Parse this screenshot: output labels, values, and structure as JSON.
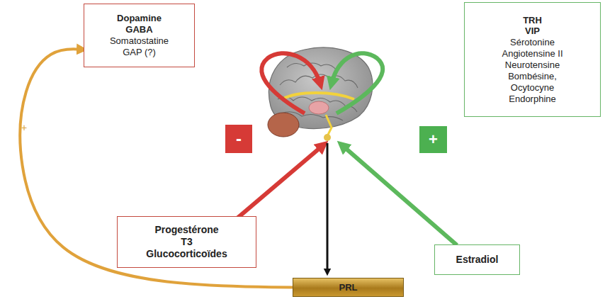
{
  "diagram": {
    "nodes": [
      {
        "text": [
          "Dopamine",
          "GABA",
          "Somatostatine",
          "GAP (?)"
        ]
      },
      {
        "text": [
          "TRH",
          "VIP",
          "Sérotonine",
          "Angiotensine II",
          "Neurotensine",
          "Bombésine,",
          "Ocytocyne",
          "Endorphine"
        ]
      },
      {
        "text": [
          "-"
        ]
      },
      {
        "text": [
          "+"
        ]
      },
      {
        "text": [
          "Progestérone",
          "T3",
          "Glucocorticoïdes"
        ]
      },
      {
        "text": [
          "Estradiol"
        ]
      },
      {
        "text": [
          "PRL"
        ]
      }
    ],
    "edges": [
      {
        "from": 6,
        "to": 0,
        "arrow": "to",
        "label": "+"
      }
    ]
  }
}
